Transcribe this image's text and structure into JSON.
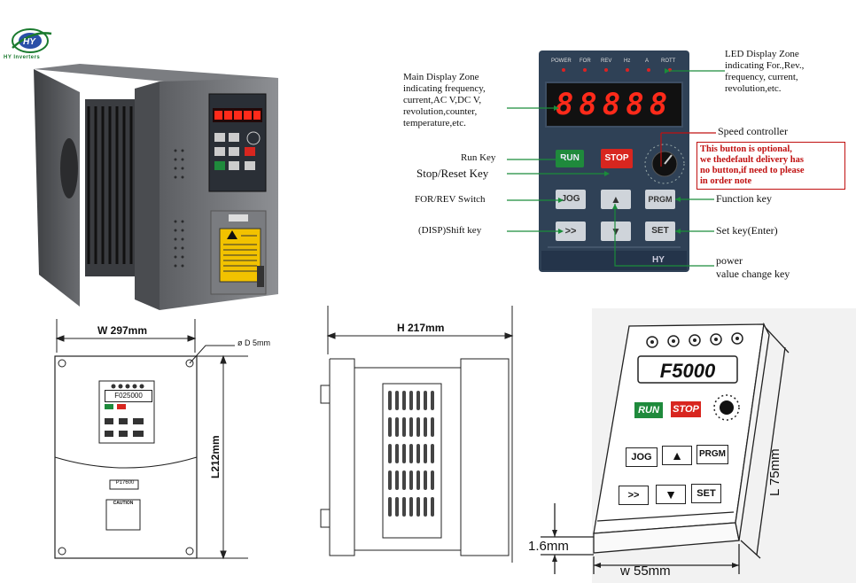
{
  "brand": {
    "logo_text": "HY Inverters"
  },
  "panel": {
    "indicators": [
      "POWER",
      "FOR",
      "REV",
      "Hz",
      "A",
      "ROTT"
    ],
    "display_value": "88888",
    "buttons": {
      "run": "RUN",
      "stop": "STOP",
      "jog": "JOG",
      "prgm": "PRGM",
      "shift": ">>",
      "set": "SET"
    },
    "brand_label": "HY"
  },
  "annotations": {
    "main_display": "Main Display Zone indicating frequency, current,AC V,DC V, revolution,counter, temperature,etc.",
    "main_display_lines": [
      "Main Display Zone",
      "indicating frequency,",
      "current,AC V,DC V,",
      "revolution,counter,",
      "temperature,etc."
    ],
    "led_display_lines": [
      "LED Display Zone",
      "indicating For.,Rev.,",
      "frequency, current,",
      "revolution,etc."
    ],
    "run_key": "Run Key",
    "stop_reset_key": "Stop/Reset Key",
    "for_rev_switch": "FOR/REV Switch",
    "disp_shift_key": "(DISP)Shift key",
    "speed_controller": "Speed controller",
    "optional_note_lines": [
      "This button is optional,",
      "we thedefault delivery has",
      "no button,if need to please",
      "in order note"
    ],
    "function_key": "Function key",
    "set_key": "Set key(Enter)",
    "power_lines": [
      "power",
      "value change key"
    ]
  },
  "dimensions": {
    "front_width": "W 297mm",
    "side_height": "H 217mm",
    "hole_dia": "ø D 5mm",
    "front_length": "L212mm",
    "front_display": "F025000",
    "front_plate": "P17600",
    "caution": "CAUTION",
    "keypad_display": "F5000",
    "keypad_length": "L 75mm",
    "keypad_thickness": "1.6mm",
    "keypad_width": "w 55mm",
    "keypad_run": "RUN",
    "keypad_stop": "STOP",
    "keypad_jog": "JOG",
    "keypad_prgm": "PRGM",
    "keypad_shift": ">>",
    "keypad_set": "SET"
  },
  "colors": {
    "panel_bg": "#2f4156",
    "led_red": "#ff2a1a",
    "run_green": "#1f8a3c",
    "stop_red": "#d8261f",
    "annotation_line": "#1a8c3a",
    "note_red": "#c01010"
  }
}
